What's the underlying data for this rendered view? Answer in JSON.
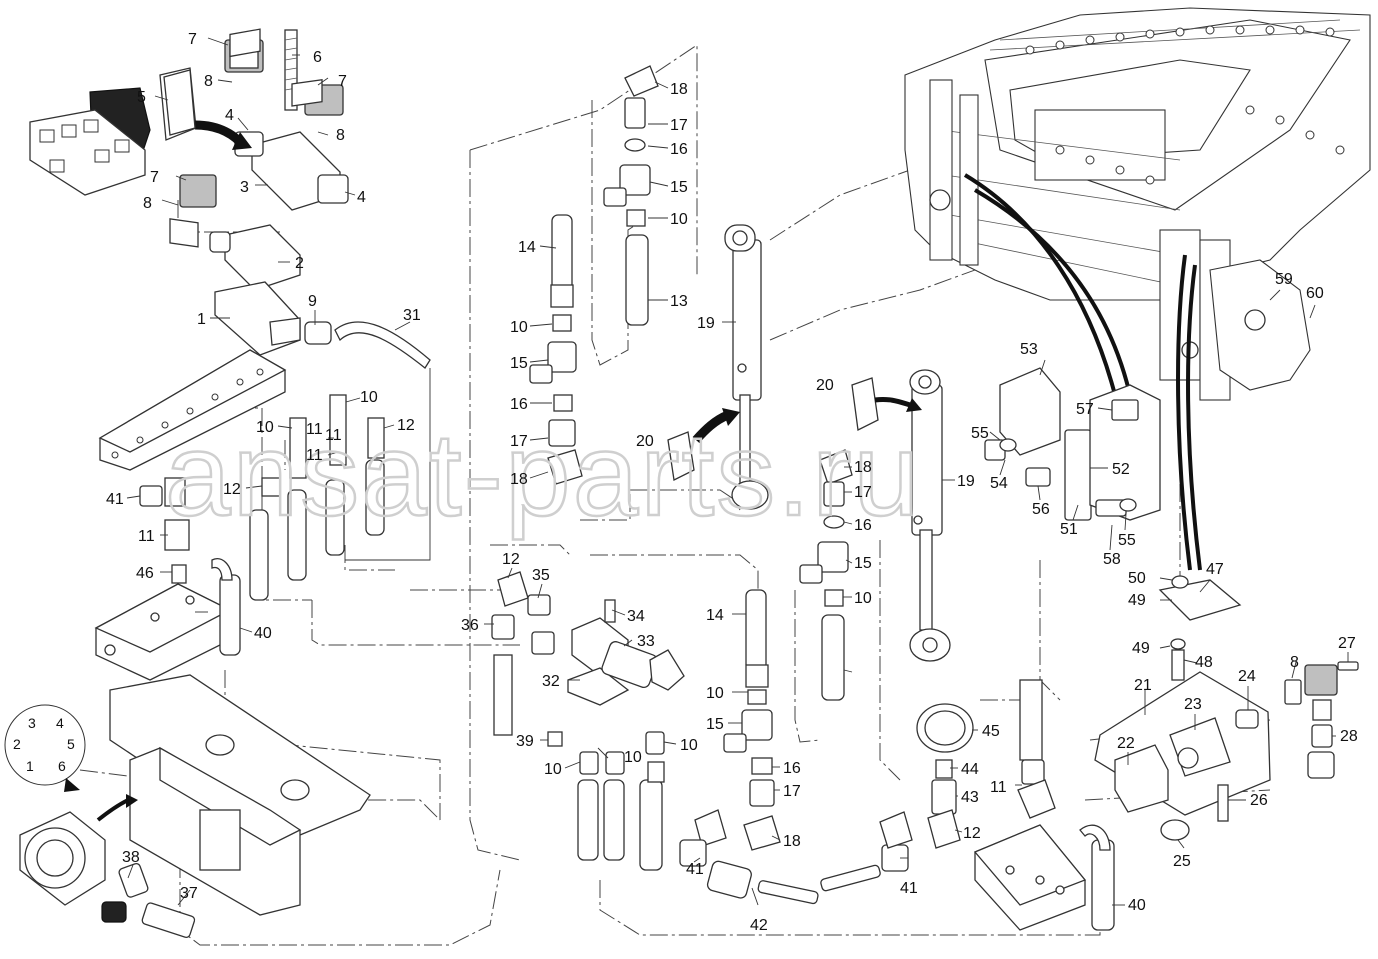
{
  "watermark": "ansat-parts.ru",
  "corner_marker": "",
  "dial_numbers": [
    "1",
    "2",
    "3",
    "4",
    "5",
    "6"
  ],
  "callouts": [
    "7",
    "6",
    "7",
    "8",
    "8",
    "5",
    "4",
    "3",
    "4",
    "7",
    "8",
    "2",
    "1",
    "9",
    "31",
    "18",
    "17",
    "16",
    "15",
    "10",
    "14",
    "13",
    "10",
    "15",
    "16",
    "17",
    "18",
    "19",
    "20",
    "20",
    "53",
    "57",
    "59",
    "60",
    "55",
    "54",
    "56",
    "52",
    "51",
    "55",
    "58",
    "18",
    "17",
    "16",
    "15",
    "10",
    "19",
    "10",
    "11",
    "12",
    "10",
    "11",
    "11",
    "12",
    "41",
    "11",
    "46",
    "40",
    "12",
    "35",
    "34",
    "36",
    "33",
    "32",
    "39",
    "10",
    "10",
    "10",
    "14",
    "10",
    "15",
    "16",
    "17",
    "18",
    "45",
    "44",
    "43",
    "11",
    "12",
    "41",
    "42",
    "41",
    "40",
    "50",
    "47",
    "49",
    "49",
    "48",
    "21",
    "23",
    "24",
    "27",
    "8",
    "28",
    "22",
    "26",
    "25",
    "38",
    "37"
  ]
}
